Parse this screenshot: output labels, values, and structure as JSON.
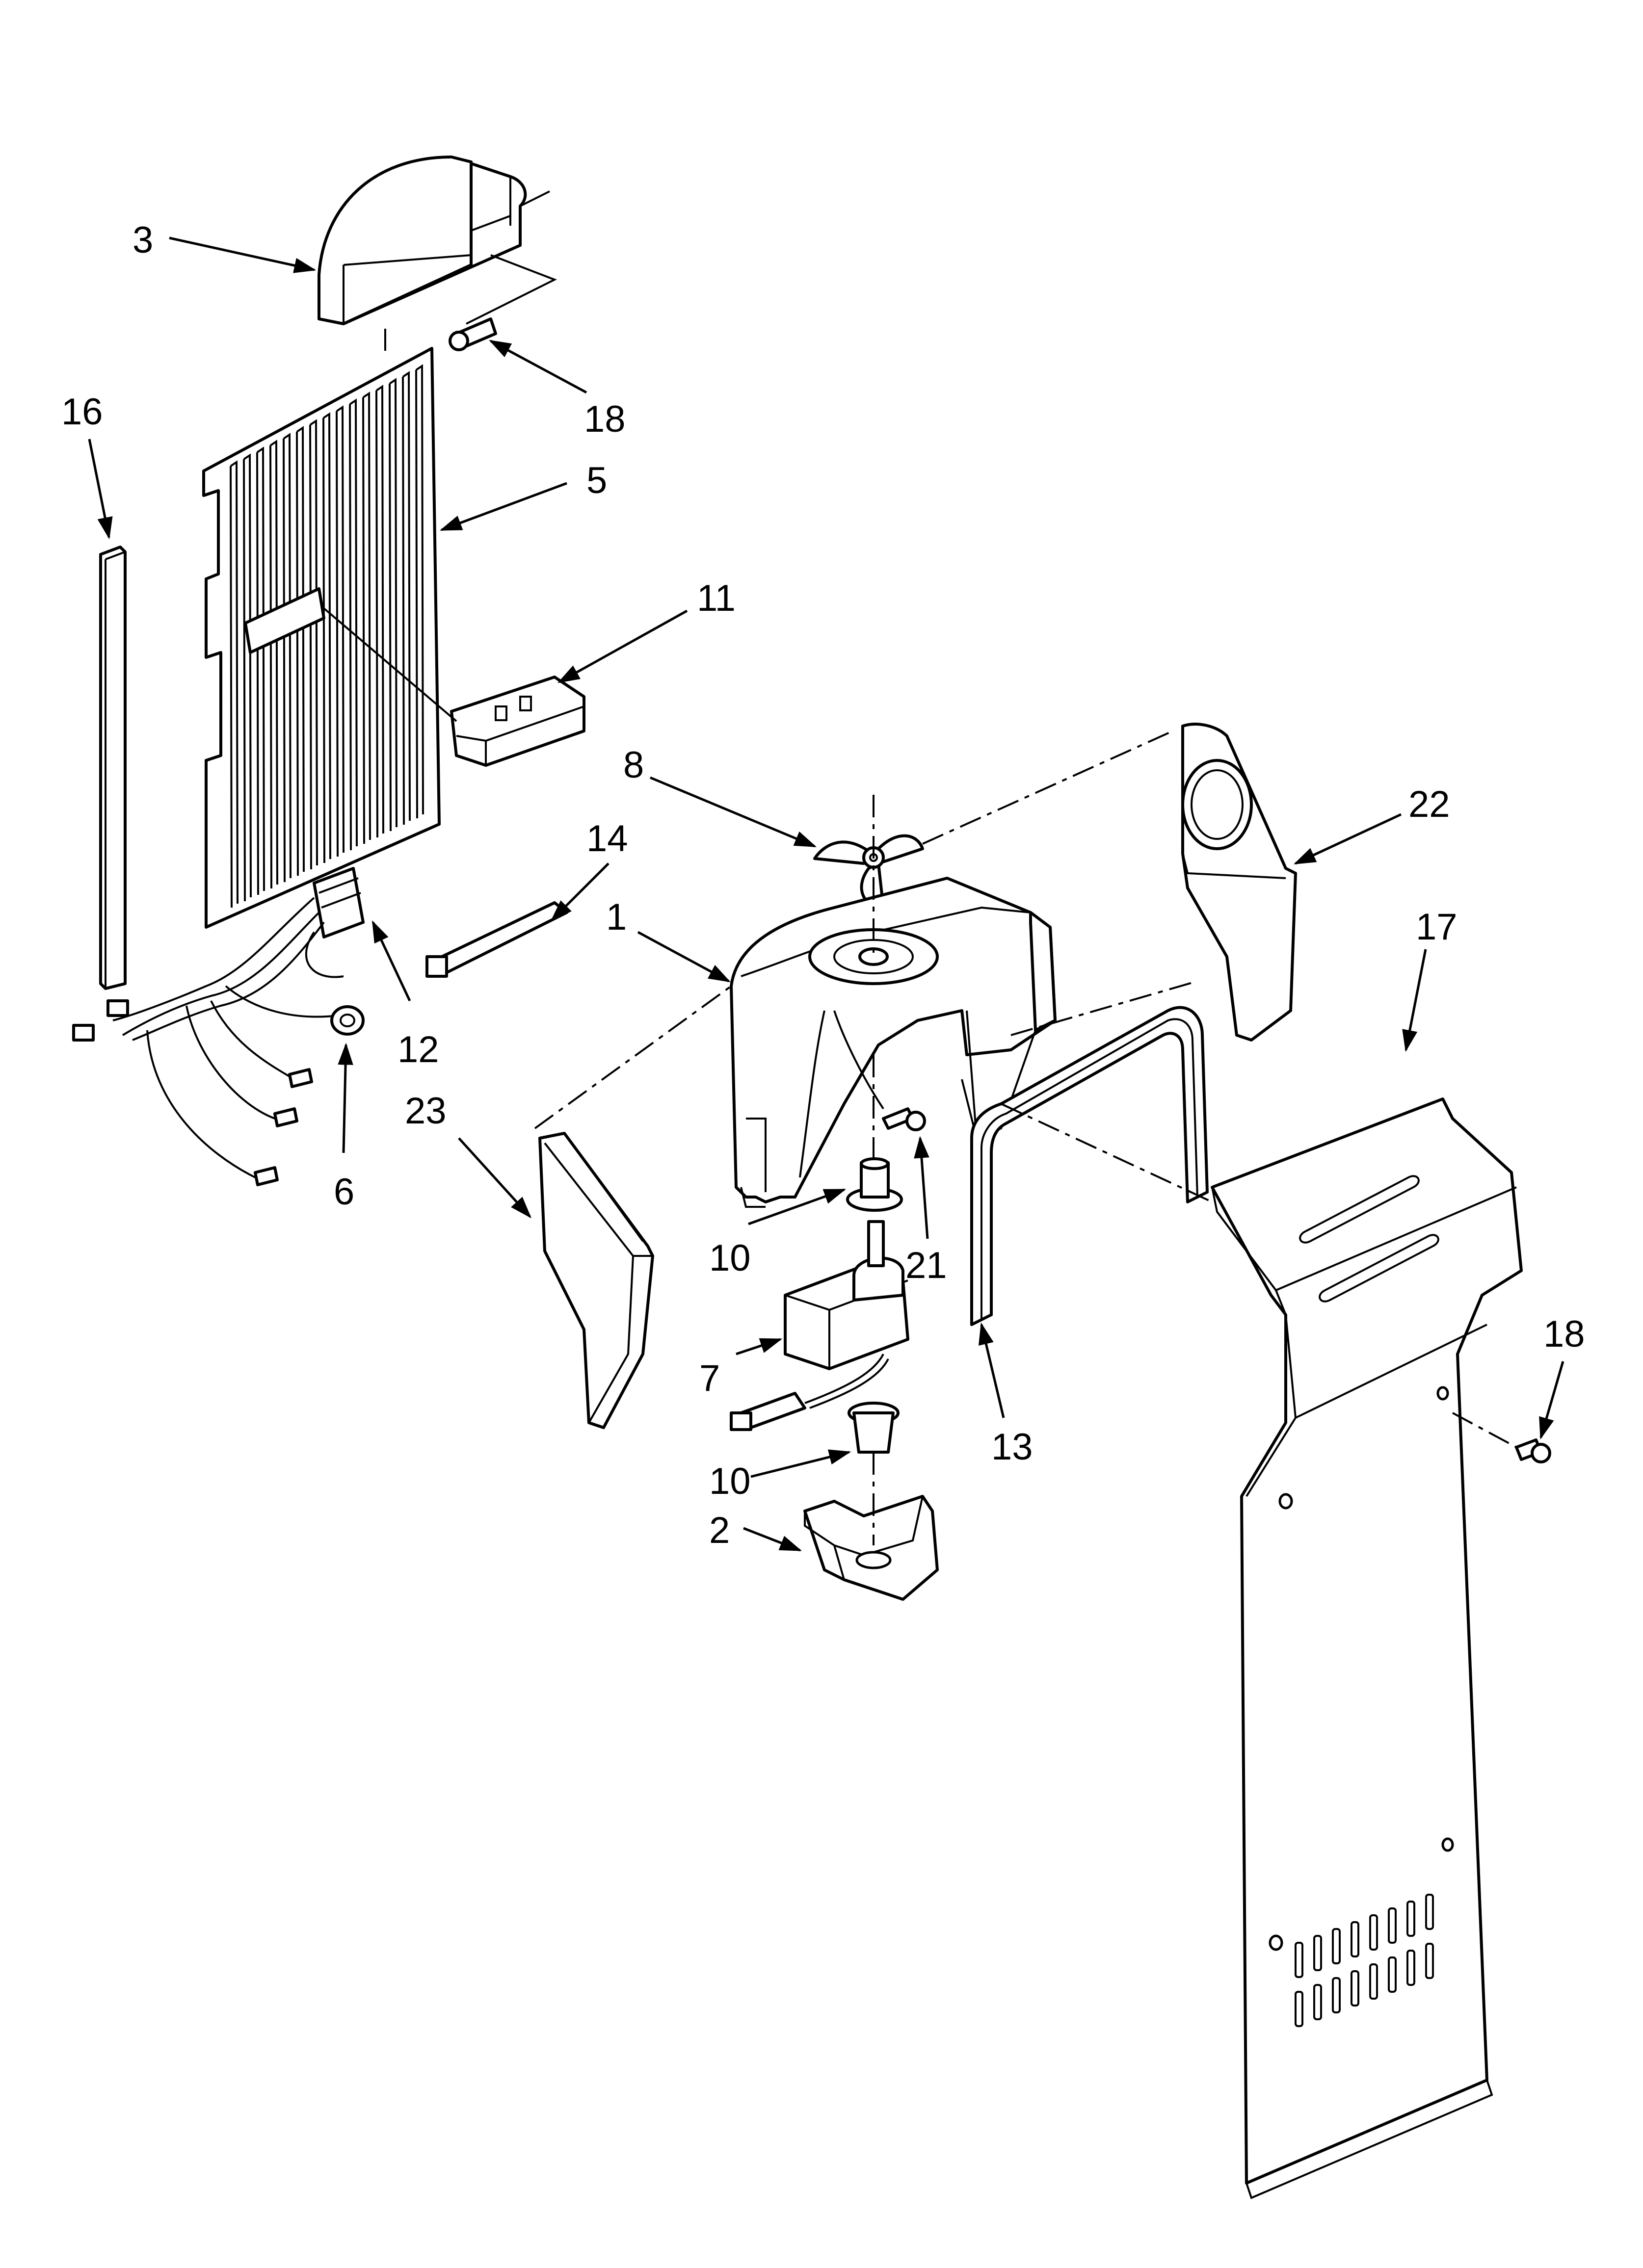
{
  "callouts": {
    "c1": "1",
    "c2": "2",
    "c3": "3",
    "c5": "5",
    "c6": "6",
    "c7": "7",
    "c8": "8",
    "c10a": "10",
    "c10b": "10",
    "c11": "11",
    "c12": "12",
    "c13": "13",
    "c14": "14",
    "c16": "16",
    "c17": "17",
    "c18a": "18",
    "c18b": "18",
    "c21": "21",
    "c22": "22",
    "c23": "23"
  }
}
